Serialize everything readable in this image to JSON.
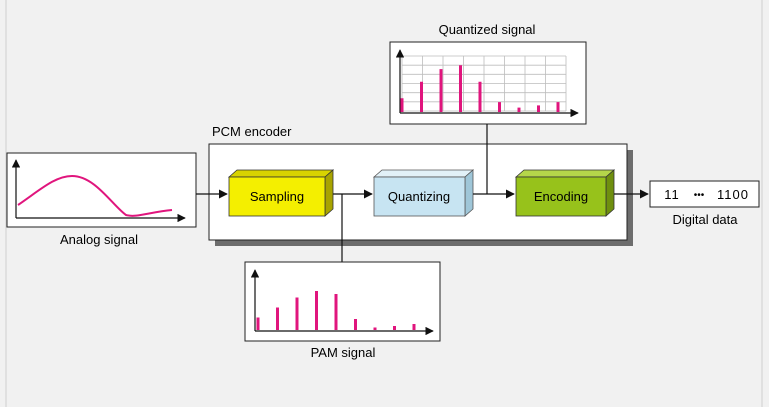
{
  "labels": {
    "quantized_signal": "Quantized signal",
    "pcm_encoder": "PCM encoder",
    "analog_signal": "Analog signal",
    "pam_signal": "PAM signal",
    "digital_data_caption": "Digital data"
  },
  "blocks": {
    "sampling": "Sampling",
    "quantizing": "Quantizing",
    "encoding": "Encoding"
  },
  "digital_data": {
    "left": "11",
    "dots": "•••",
    "right": "1100"
  },
  "colors": {
    "sampling": "#f4ef00",
    "quantizing": "#c7e4f2",
    "encoding": "#97c21b",
    "samples": "#e0157d",
    "analog_curve": "#e0157d"
  },
  "pam_samples": [
    0.25,
    0.45,
    0.65,
    0.78,
    0.72,
    0.22,
    0.05,
    0.08,
    0.12
  ],
  "quantized_samples": [
    0.25,
    0.55,
    0.78,
    0.85,
    0.55,
    0.18,
    0.08,
    0.12,
    0.18
  ],
  "quantized_grid": {
    "rows": 6,
    "cols": 8
  }
}
